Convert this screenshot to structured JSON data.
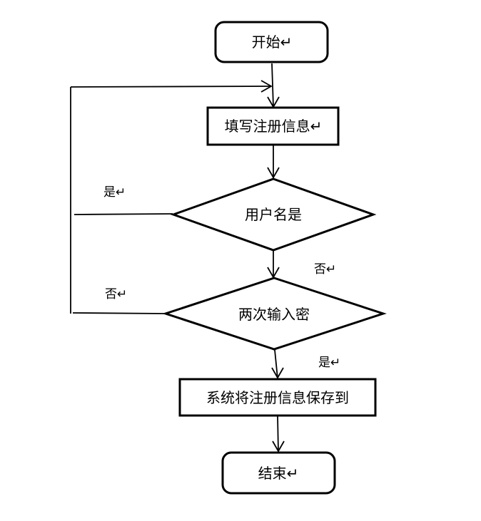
{
  "nodes": [
    {
      "id": "start",
      "type": "terminal",
      "label": "开始↵"
    },
    {
      "id": "fill",
      "type": "process",
      "label": "填写注册信息↵"
    },
    {
      "id": "check1",
      "type": "decision",
      "label": "用户名是"
    },
    {
      "id": "check2",
      "type": "decision",
      "label": "两次输入密"
    },
    {
      "id": "save",
      "type": "process",
      "label": "系统将注册信息保存到"
    },
    {
      "id": "end",
      "type": "terminal",
      "label": "结束↵"
    }
  ],
  "edge_labels": {
    "check1_yes": "是↵",
    "check1_no": "否↵",
    "check2_no": "否↵",
    "check2_yes": "是↵"
  }
}
